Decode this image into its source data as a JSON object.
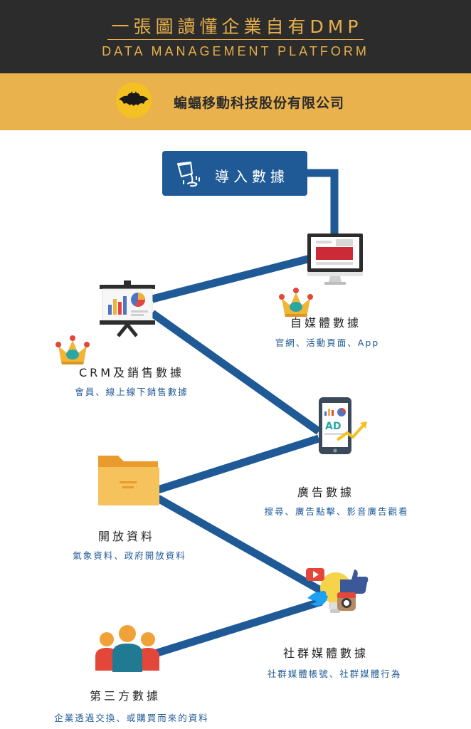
{
  "header": {
    "title": "一張圖讀懂企業自有DMP",
    "subtitle": "DATA MANAGEMENT PLATFORM",
    "company": "蝙蝠移動科技股份有限公司",
    "logo_icon": "bat-logo-icon"
  },
  "colors": {
    "header_bg": "#2c2c2c",
    "accent": "#eab24d",
    "brand_blue": "#1f5a97"
  },
  "start": {
    "label": "導入數據",
    "icon": "pouring-data-icon"
  },
  "nodes": [
    {
      "id": "owned-media",
      "title": "自媒體數據",
      "subtitle": "官網、活動頁面、App",
      "icon": "desktop-monitor-icon",
      "crown": true
    },
    {
      "id": "crm-sales",
      "title": "CRM及銷售數據",
      "subtitle": "會員、線上線下銷售數據",
      "icon": "presentation-board-icon",
      "crown": true
    },
    {
      "id": "ad-data",
      "title": "廣告數據",
      "subtitle": "搜尋、廣告點擊、影音廣告觀看",
      "icon": "mobile-ad-icon",
      "crown": false
    },
    {
      "id": "open-data",
      "title": "開放資料",
      "subtitle": "氣象資料、政府開放資料",
      "icon": "folder-icon",
      "crown": false
    },
    {
      "id": "social-data",
      "title": "社群媒體數據",
      "subtitle": "社群媒體帳號、社群媒體行為",
      "icon": "social-media-icon",
      "crown": false
    },
    {
      "id": "third-party",
      "title": "第三方數據",
      "subtitle": "企業透過交換、或購買而來的資料",
      "icon": "people-group-icon",
      "crown": false
    }
  ]
}
